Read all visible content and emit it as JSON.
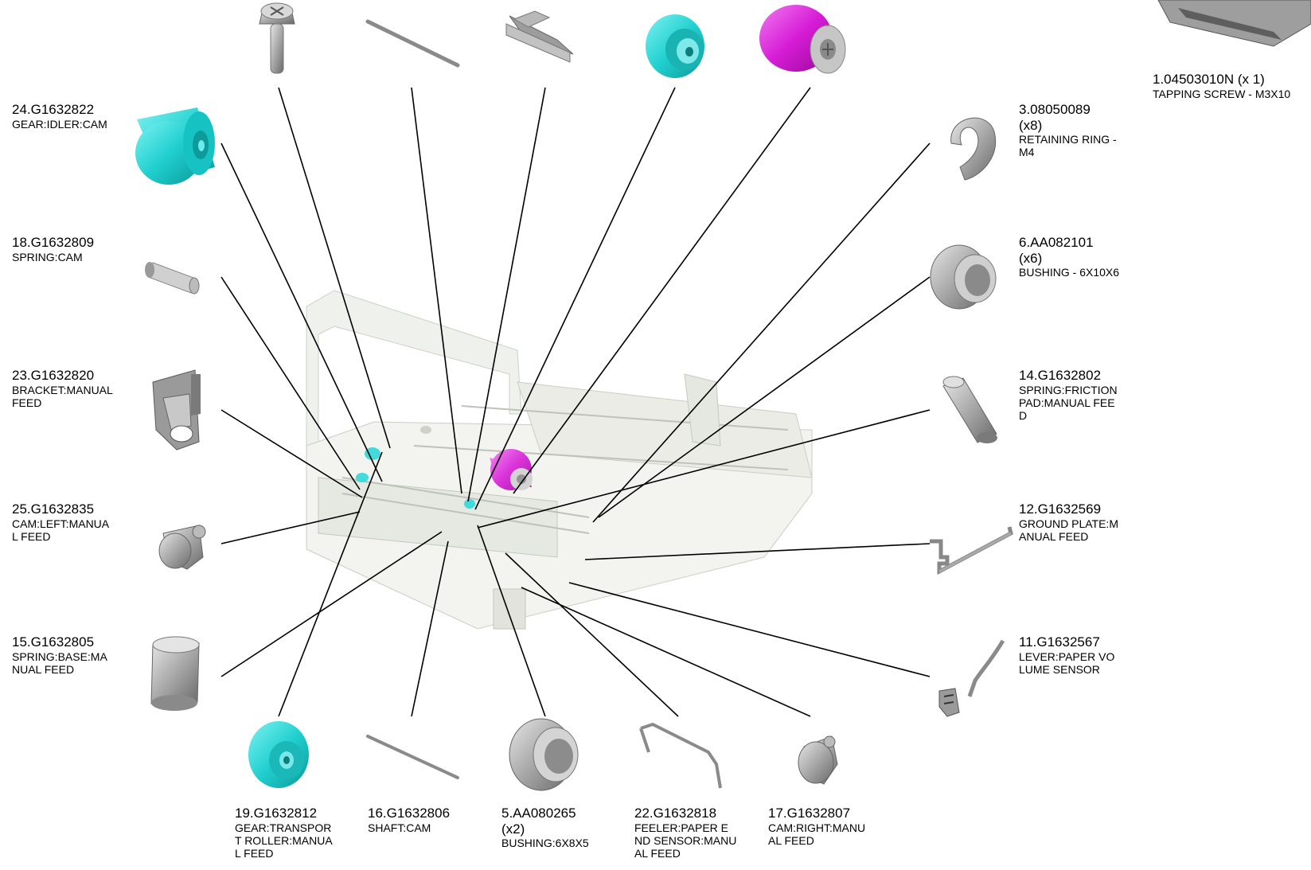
{
  "parts": [
    {
      "key": "p1",
      "number": "1.04503010N (x 1)",
      "desc": "TAPPING SCREW - M3X10"
    },
    {
      "key": "p3",
      "number": "3.08050089\n(x8)",
      "desc": "RETAINING RING -\nM4"
    },
    {
      "key": "p6",
      "number": "6.AA082101\n(x6)",
      "desc": "BUSHING - 6X10X6"
    },
    {
      "key": "p14",
      "number": "14.G1632802",
      "desc": "SPRING:FRICTION\nPAD:MANUAL FEE\nD"
    },
    {
      "key": "p12",
      "number": "12.G1632569",
      "desc": "GROUND PLATE:M\nANUAL FEED"
    },
    {
      "key": "p11",
      "number": "11.G1632567",
      "desc": "LEVER:PAPER VO\nLUME SENSOR"
    },
    {
      "key": "p24",
      "number": "24.G1632822",
      "desc": "GEAR:IDLER:CAM"
    },
    {
      "key": "p18",
      "number": "18.G1632809",
      "desc": "SPRING:CAM"
    },
    {
      "key": "p23",
      "number": "23.G1632820",
      "desc": "BRACKET:MANUAL\n FEED"
    },
    {
      "key": "p25",
      "number": "25.G1632835",
      "desc": "CAM:LEFT:MANUA\nL FEED"
    },
    {
      "key": "p15",
      "number": "15.G1632805",
      "desc": "SPRING:BASE:MA\nNUAL FEED"
    },
    {
      "key": "p19",
      "number": "19.G1632812",
      "desc": "GEAR:TRANSPOR\nT ROLLER:MANUA\nL FEED"
    },
    {
      "key": "p16",
      "number": "16.G1632806",
      "desc": "SHAFT:CAM"
    },
    {
      "key": "p5",
      "number": "5.AA080265\n(x2)",
      "desc": "BUSHING:6X8X5"
    },
    {
      "key": "p22",
      "number": "22.G1632818",
      "desc": "FEELER:PAPER E\nND SENSOR:MANU\nAL FEED"
    },
    {
      "key": "p17",
      "number": "17.G1632807",
      "desc": "CAM:RIGHT:MANU\nAL FEED"
    }
  ],
  "colors": {
    "cyan": "#2ed6d6",
    "magenta": "#d81ed8",
    "grey": "#9a9a9a",
    "leader": "#000000",
    "assembly": "#d9dcd6"
  }
}
